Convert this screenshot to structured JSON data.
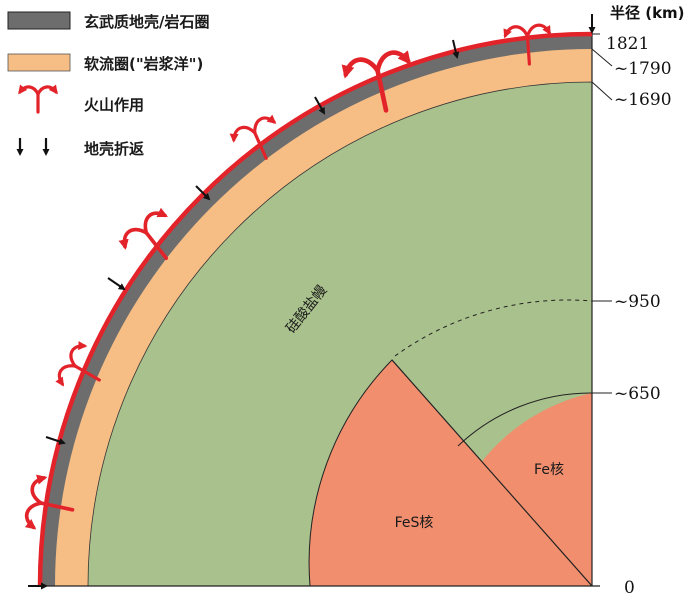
{
  "legend": {
    "crust": "玄武质地壳/岩石圈",
    "asthenosphere": "软流圈(\"岩浆洋\")",
    "volcanism": "火山作用",
    "subduction": "地壳折返"
  },
  "axis": {
    "unit": "半径 (km)",
    "ticks": [
      "1821",
      "~1790",
      "~1690",
      "~950",
      "~650",
      "0"
    ]
  },
  "regions": {
    "mantle": "硅酸盐幔",
    "fes_core": "FeS核",
    "fe_core": "Fe核"
  },
  "colors": {
    "crust": "#6d6d6d",
    "asthenosphere": "#f6bd84",
    "mantle": "#a9c18c",
    "core": "#f08e6e",
    "volcano": "#e3232a",
    "arrow": "#111111"
  }
}
